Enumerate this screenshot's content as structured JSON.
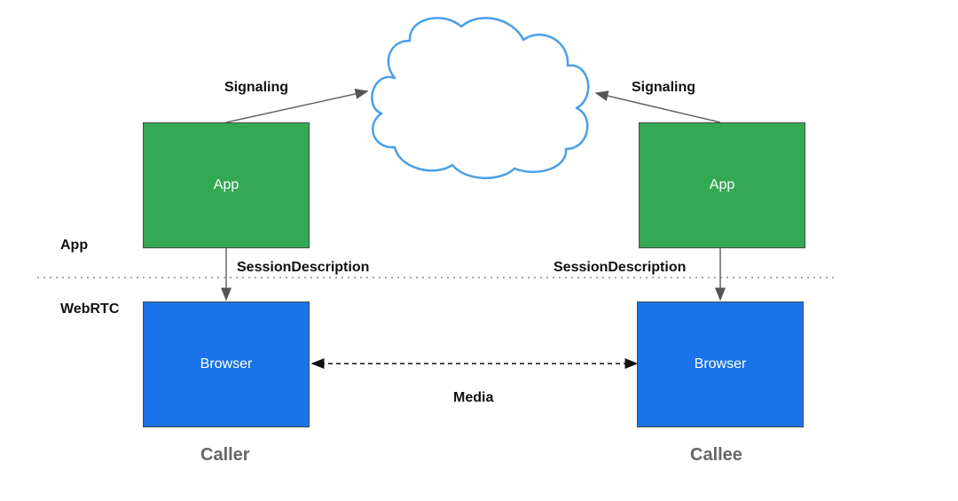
{
  "layers": {
    "app": "App",
    "webrtc": "WebRTC"
  },
  "caller": {
    "role": "Caller",
    "app_label": "App",
    "browser_label": "Browser",
    "signaling_label": "Signaling",
    "session_label": "SessionDescription"
  },
  "callee": {
    "role": "Callee",
    "app_label": "App",
    "browser_label": "Browser",
    "signaling_label": "Signaling",
    "session_label": "SessionDescription"
  },
  "media_label": "Media",
  "colors": {
    "app_box": "#34a853",
    "browser_box": "#1a73e8",
    "cloud_stroke": "#4a9fe8",
    "arrow": "#666666",
    "role_text": "#666666"
  },
  "icons": {
    "cloud": "cloud-icon"
  }
}
